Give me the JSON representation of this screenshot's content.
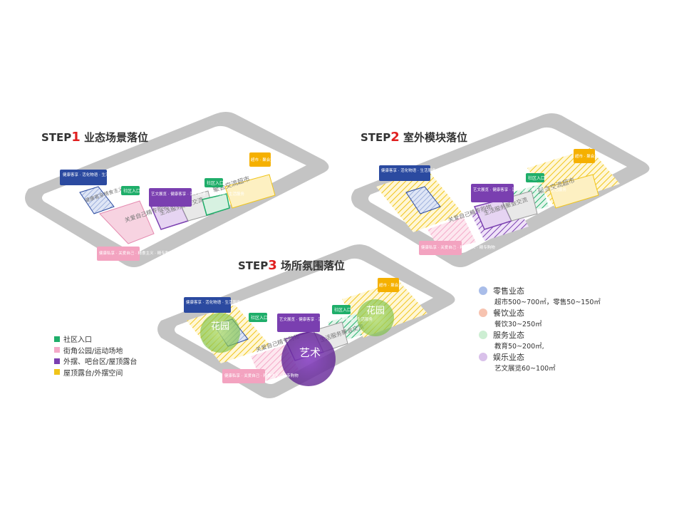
{
  "steps": [
    {
      "prefix": "STEP",
      "num": "1",
      "title": "业态场景落位"
    },
    {
      "prefix": "STEP",
      "num": "2",
      "title": "室外模块落位"
    },
    {
      "prefix": "STEP",
      "num": "3",
      "title": "场所氛围落位"
    }
  ],
  "tags": {
    "health": "健康客享 · 活化物语 · 生活服务 · 精食主义",
    "entrance": "社区入口",
    "art": "艺文展览 · 健康客享 · 活化物语 · 精专购物 · 生活服务",
    "supermarket": "超市 · 聚会交流",
    "private": "健康私享 · 关爱自己 · 精食主义 · 精专购物"
  },
  "map_labels": {
    "super_area": "聚会交流超市",
    "care_area": "关爱自己精专购物",
    "life_area": "生活服务聚会交流",
    "health_area": "健康客享精食主义"
  },
  "atmosphere": {
    "garden": "花园",
    "art": "艺术"
  },
  "legend_left": [
    {
      "label": "社区入口",
      "color": "#1fae6a"
    },
    {
      "label": "街角公园/运动场地",
      "color": "#f4a9c8"
    },
    {
      "label": "外摆、吧台区/屋顶露台",
      "color": "#7a3fb0"
    },
    {
      "label": "屋顶露台/外摆空间",
      "color": "#f0c419"
    }
  ],
  "legend_right": [
    {
      "label": "零售业态",
      "color": "#a9bde9",
      "sub": [
        "超市500~700㎡，零售50~150㎡"
      ]
    },
    {
      "label": "餐饮业态",
      "color": "#f7c3b0",
      "sub": [
        "餐饮30~250㎡"
      ]
    },
    {
      "label": "服务业态",
      "color": "#cdeed3",
      "sub": [
        "教育50~200㎡,"
      ]
    },
    {
      "label": "娱乐业态",
      "color": "#d9c1ea",
      "sub": [
        "艺文展览60~100㎡"
      ]
    }
  ],
  "colors": {
    "road": "#c4c4c4",
    "entrance": "#1fae6a",
    "park": "#f4a9c8",
    "deck": "#7a3fb0",
    "rooftop": "#f0c419",
    "blue_tag": "#2b4aa0",
    "orange_tag": "#f5b000",
    "pink_tag": "#f3a3c0",
    "green_circle": "#8fd14f",
    "art_circle": "#6a2aa0"
  }
}
